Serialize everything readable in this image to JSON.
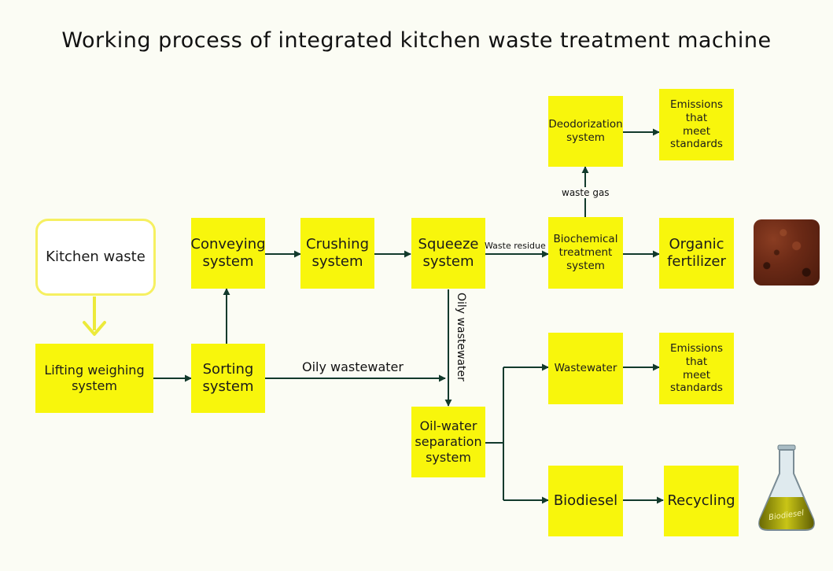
{
  "title": "Working process of integrated kitchen waste treatment machine",
  "nodes": {
    "kitchen_waste": "Kitchen waste",
    "lifting_weighing": "Lifting weighing\nsystem",
    "sorting": "Sorting\nsystem",
    "conveying": "Conveying\nsystem",
    "crushing": "Crushing\nsystem",
    "squeeze": "Squeeze\nsystem",
    "biochemical": "Biochemical\ntreatment\nsystem",
    "deodorization": "Deodorization\nsystem",
    "emissions_1": "Emissions\nthat\nmeet\nstandards",
    "organic_fertilizer": "Organic\nfertilizer",
    "oil_water_separation": "Oil-water\nseparation\nsystem",
    "wastewater": "Wastewater",
    "emissions_2": "Emissions\nthat\nmeet\nstandards",
    "biodiesel": "Biodiesel",
    "recycling": "Recycling"
  },
  "edge_labels": {
    "oily_wastewater_horizontal": "Oily wastewater",
    "oily_wastewater_vertical": "Oily wastewater",
    "waste_residue": "Waste residue",
    "waste_gas": "waste gas"
  },
  "images": {
    "fertilizer_image": "organic-fertilizer-soil-image",
    "biodiesel_flask_label": "Biodiesel"
  },
  "colors": {
    "box_fill": "#f8f60c",
    "arrow": "#123a2c",
    "kitchen_arrow": "#ecea3a",
    "background": "#fbfcf4"
  }
}
